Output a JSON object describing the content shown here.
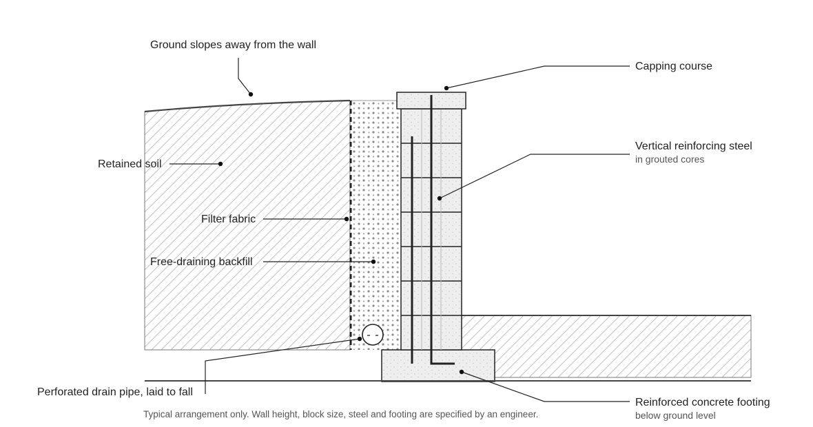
{
  "labels": {
    "ground_slope": "Ground slopes away from the wall",
    "capping": "Capping course",
    "retained_soil": "Retained soil",
    "vertical_steel": "Vertical reinforcing steel",
    "vertical_steel_sub": "in grouted cores",
    "filter_fabric": "Filter fabric",
    "backfill": "Free-draining backfill",
    "drain_pipe": "Perforated drain pipe, laid to fall",
    "footing": "Reinforced concrete footing",
    "footing_sub": "below ground level"
  },
  "note": "Typical arrangement only. Wall height, block size, steel and footing are specified by an engineer.",
  "colors": {
    "line": "#222222",
    "soil_hatch": "#c2c2c2",
    "block_fill": "#eeeeee",
    "backfill_dots": "#8a8a8a",
    "text": "#222222",
    "subtext": "#555555"
  }
}
